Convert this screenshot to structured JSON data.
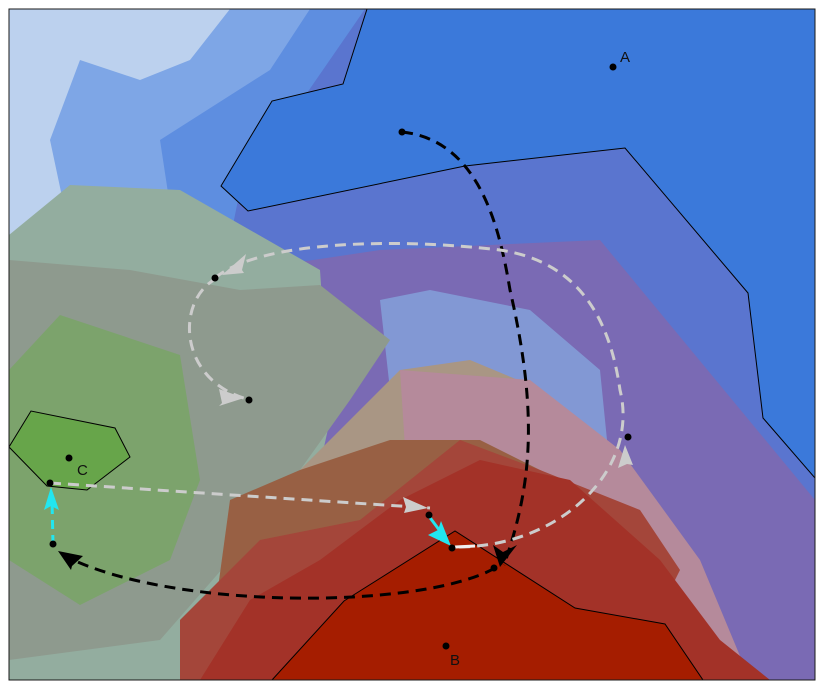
{
  "diagram": {
    "labels": {
      "a": "A",
      "b": "B",
      "c": "C"
    },
    "colors": {
      "background": "#c0d3ec",
      "region_a": "#3d79da",
      "region_b": "#a51d00",
      "region_c": "#67a54a",
      "path_black": "#000000",
      "path_gray": "#cccccc",
      "path_cyan": "#22e6ef"
    }
  }
}
